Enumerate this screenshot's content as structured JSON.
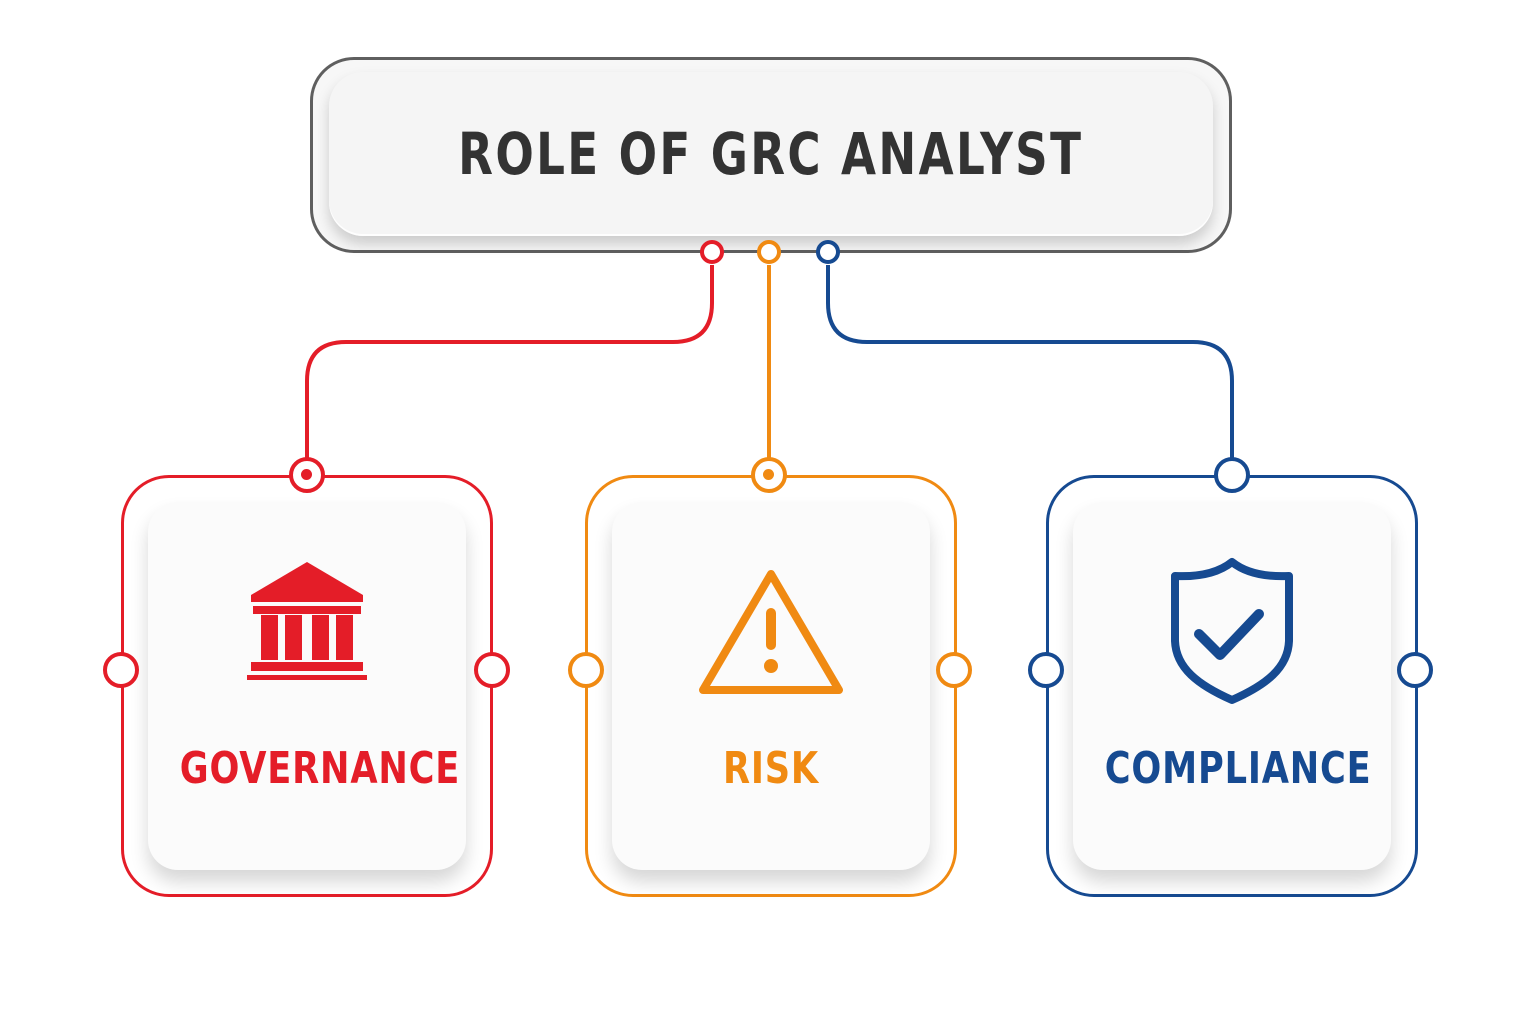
{
  "title": "ROLE OF GRC ANALYST",
  "cards": [
    {
      "label": "GOVERNANCE",
      "icon": "government-building-icon",
      "color": "#e41d28"
    },
    {
      "label": "RISK",
      "icon": "warning-triangle-icon",
      "color": "#f08a12"
    },
    {
      "label": "COMPLIANCE",
      "icon": "shield-check-icon",
      "color": "#164a91"
    }
  ],
  "colors": {
    "title_border": "#5f5f5f",
    "title_text": "#333333",
    "background": "#ffffff"
  }
}
